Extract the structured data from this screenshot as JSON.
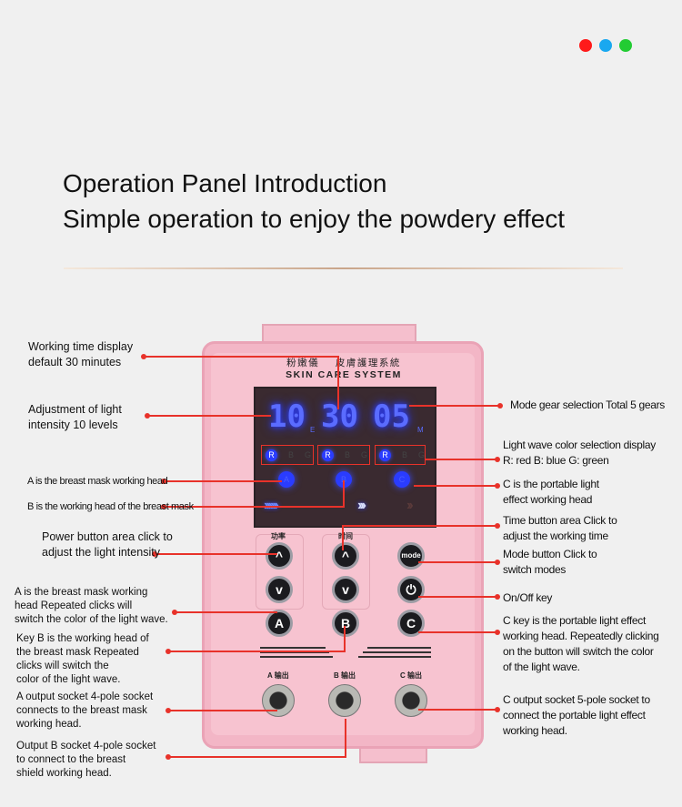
{
  "color_dots": [
    {
      "name": "red",
      "color": "#ff1a1a"
    },
    {
      "name": "blue",
      "color": "#19a8f0"
    },
    {
      "name": "green",
      "color": "#22cc33"
    }
  ],
  "header": {
    "title": "Operation Panel Introduction",
    "subtitle": "Simple operation to enjoy the powdery effect"
  },
  "device": {
    "brand_cn_left": "粉嫩儀",
    "brand_cn_right": "皮膚護理系統",
    "brand_en": "SKIN CARE SYSTEM",
    "display": {
      "intensity": "10",
      "intensity_unit": "E",
      "time": "30",
      "mode": "05",
      "mode_unit": "M",
      "rgb_groups": [
        [
          "R",
          "B",
          "G"
        ],
        [
          "R",
          "B",
          "G"
        ],
        [
          "R",
          "B",
          "G"
        ]
      ],
      "heads": [
        "A",
        "B",
        "C"
      ],
      "arrows_left": "››››››",
      "arrows_right": "›››",
      "arrows_dim": "››"
    },
    "group_labels": {
      "power": "功率",
      "time": "时间"
    },
    "buttons": {
      "up": "^",
      "down": "v",
      "mode": "mode",
      "power": "⏻",
      "a": "A",
      "b": "B",
      "c": "C"
    },
    "sockets": [
      "A 输出",
      "B 输出",
      "C 输出"
    ]
  },
  "annotations_left": [
    "Working time display\ndefault 30 minutes",
    "Adjustment of light\nintensity 10 levels",
    "A is the breast mask working head",
    "B is the working head of the breast mask",
    "Power button area click to\nadjust the light intensity",
    "A is the breast mask working\nhead Repeated clicks will\nswitch the color of the light wave.",
    "Key B is the working head of\nthe breast mask Repeated\nclicks will switch the\ncolor of the light wave.",
    "A output socket 4-pole socket\nconnects to the breast mask\nworking head.",
    "Output B socket 4-pole socket\nto connect to the breast\nshield working head."
  ],
  "annotations_right": [
    "Mode gear selection Total 5 gears",
    "Light wave color selection display\nR: red B: blue G: green",
    "C is the portable light\neffect working head",
    "Time button area Click to\nadjust the working time",
    "Mode button Click to\nswitch modes",
    "On/Off key",
    "C key is the portable light effect\nworking head. Repeatedly clicking\non the button will switch the color\nof the light wave.",
    "C output socket 5-pole socket to\nconnect the portable light effect\nworking head."
  ],
  "line_color": "#e8322a"
}
